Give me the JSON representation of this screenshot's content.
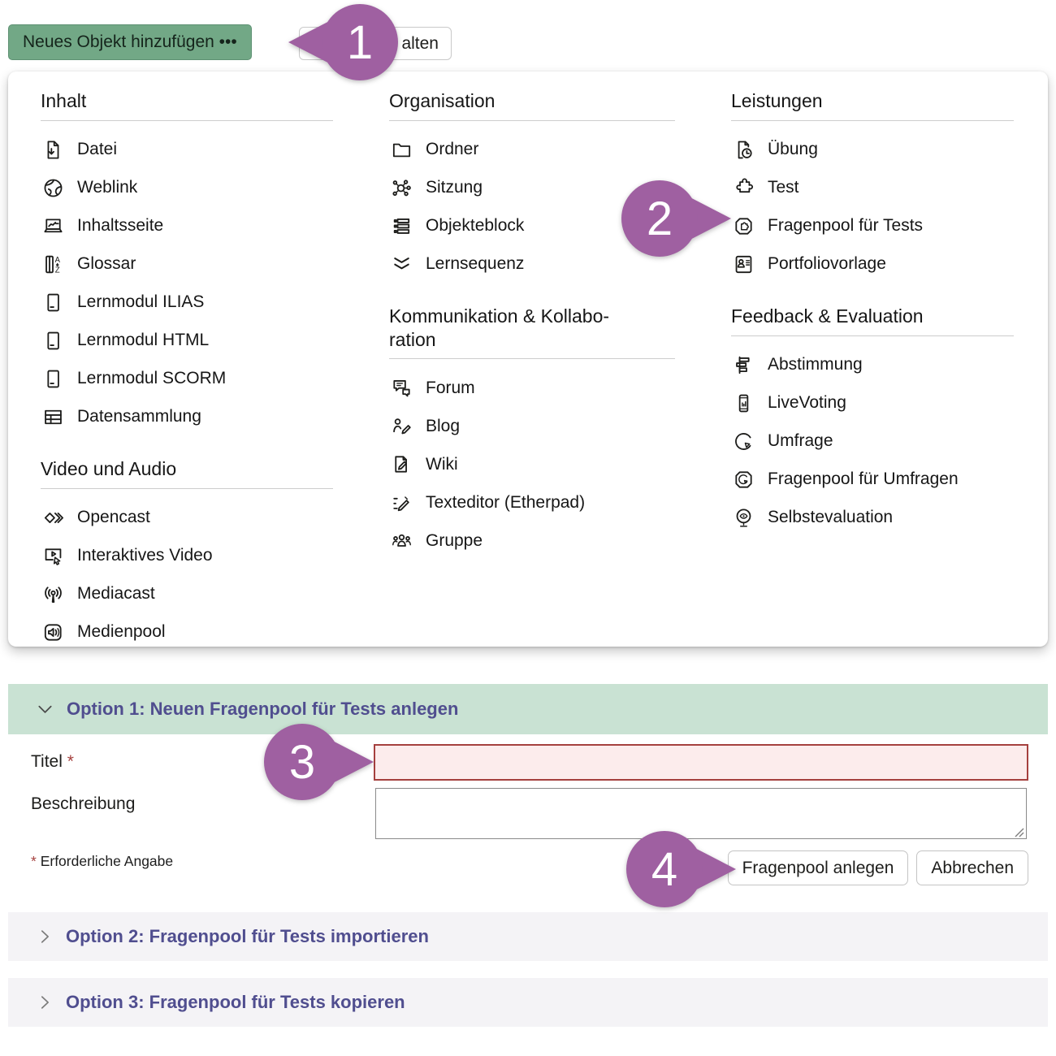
{
  "colors": {
    "accent_green_button": "#72a886",
    "callout_purple": "#9f60a1",
    "option_open_header_green": "#c9e2d3",
    "option_closed_header_gray": "#f4f3f6",
    "option_title_purple": "#504e8f",
    "error_red": "#a5403e",
    "error_field_bg": "#fcecec"
  },
  "toolbar": {
    "add_button_label": "Neues Objekt hinzufügen •••",
    "partial_button_label": "alten"
  },
  "callouts": [
    {
      "number": "1"
    },
    {
      "number": "2"
    },
    {
      "number": "3"
    },
    {
      "number": "4"
    }
  ],
  "menu": {
    "columns": [
      {
        "groups": [
          {
            "title": "Inhalt",
            "items": [
              {
                "label": "Datei",
                "icon": "file-download-icon"
              },
              {
                "label": "Weblink",
                "icon": "globe-icon"
              },
              {
                "label": "Inhaltsseite",
                "icon": "content-page-icon"
              },
              {
                "label": "Glossar",
                "icon": "glossary-icon"
              },
              {
                "label": "Lernmodul ILIAS",
                "icon": "learning-module-icon"
              },
              {
                "label": "Lernmodul HTML",
                "icon": "learning-module-icon"
              },
              {
                "label": "Lernmodul SCORM",
                "icon": "learning-module-icon"
              },
              {
                "label": "Datensammlung",
                "icon": "data-table-icon"
              }
            ]
          },
          {
            "title": "Video und Audio",
            "items": [
              {
                "label": "Opencast",
                "icon": "opencast-icon"
              },
              {
                "label": "Interaktives Video",
                "icon": "interactive-video-icon"
              },
              {
                "label": "Mediacast",
                "icon": "mediacast-icon"
              },
              {
                "label": "Medienpool",
                "icon": "media-pool-icon"
              }
            ]
          }
        ]
      },
      {
        "groups": [
          {
            "title": "Organisation",
            "items": [
              {
                "label": "Ordner",
                "icon": "folder-icon"
              },
              {
                "label": "Sitzung",
                "icon": "session-icon"
              },
              {
                "label": "Objekteblock",
                "icon": "object-block-icon"
              },
              {
                "label": "Lernsequenz",
                "icon": "learning-sequence-icon"
              }
            ]
          },
          {
            "title": "Kommunikation & Kollabo­ration",
            "items": [
              {
                "label": "Forum",
                "icon": "forum-icon"
              },
              {
                "label": "Blog",
                "icon": "blog-icon"
              },
              {
                "label": "Wiki",
                "icon": "wiki-icon"
              },
              {
                "label": "Texteditor (Etherpad)",
                "icon": "text-editor-icon"
              },
              {
                "label": "Gruppe",
                "icon": "group-icon"
              }
            ]
          }
        ]
      },
      {
        "groups": [
          {
            "title": "Leistungen",
            "items": [
              {
                "label": "Übung",
                "icon": "exercise-icon"
              },
              {
                "label": "Test",
                "icon": "puzzle-icon"
              },
              {
                "label": "Fragenpool für Tests",
                "icon": "question-pool-test-icon"
              },
              {
                "label": "Portfoliovorlage",
                "icon": "portfolio-template-icon"
              }
            ]
          },
          {
            "title": "Feedback & Evaluation",
            "items": [
              {
                "label": "Abstimmung",
                "icon": "poll-icon"
              },
              {
                "label": "LiveVoting",
                "icon": "live-voting-icon"
              },
              {
                "label": "Umfrage",
                "icon": "survey-icon"
              },
              {
                "label": "Fragenpool für Umfragen",
                "icon": "question-pool-survey-icon"
              },
              {
                "label": "Selbstevaluation",
                "icon": "self-evaluation-icon"
              }
            ]
          }
        ]
      }
    ]
  },
  "accordion": {
    "option1_title": "Option 1: Neuen Fragenpool für Tests anlegen",
    "option2_title": "Option 2: Fragenpool für Tests importieren",
    "option3_title": "Option 3: Fragenpool für Tests kopieren"
  },
  "form": {
    "title_label": "Titel",
    "required_star": "*",
    "title_value": "",
    "description_label": "Beschreibung",
    "description_value": "",
    "required_note_star": "*",
    "required_note": "Erforderliche Angabe",
    "submit_label": "Fragenpool anlegen",
    "cancel_label": "Abbrechen"
  }
}
